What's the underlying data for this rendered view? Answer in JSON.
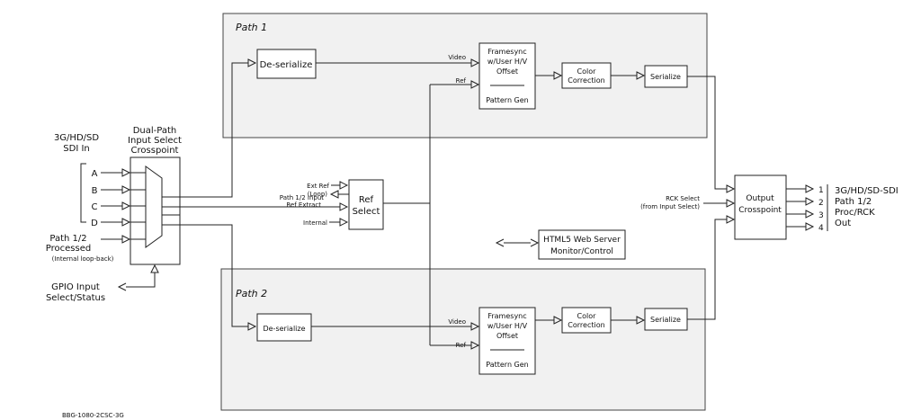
{
  "panels": {
    "path1_label": "Path 1",
    "path2_label": "Path 2"
  },
  "input_section": {
    "title_lines": [
      "3G/HD/SD",
      "SDI In"
    ],
    "inputs": [
      "A",
      "B",
      "C",
      "D"
    ],
    "processed_lines": [
      "Path 1/2",
      "Processed"
    ],
    "processed_note": "(Internal loop-back)",
    "gpio_lines": [
      "GPIO Input",
      "Select/Status"
    ]
  },
  "crosspoint_title_lines": [
    "Dual-Path",
    "Input Select",
    "Crosspoint"
  ],
  "ref_section": {
    "ext_ref": "Ext Ref",
    "loop": "(Loop)",
    "extract_lines": [
      "Path 1/2 Input",
      "Ref Extract"
    ],
    "internal": "Internal",
    "box_lines": [
      "Ref",
      "Select"
    ]
  },
  "path1": {
    "deserialize": "De-serialize",
    "framesync_lines": [
      "Framesync",
      "w/User H/V",
      "Offset"
    ],
    "pattern_gen": "Pattern Gen",
    "video_label": "Video",
    "ref_label": "Ref",
    "color_lines": [
      "Color",
      "Correction"
    ],
    "serialize": "Serialize"
  },
  "path2": {
    "deserialize": "De-serialize",
    "framesync_lines": [
      "Framesync",
      "w/User H/V",
      "Offset"
    ],
    "pattern_gen": "Pattern Gen",
    "video_label": "Video",
    "ref_label": "Ref",
    "color_lines": [
      "Color",
      "Correction"
    ],
    "serialize": "Serialize"
  },
  "html5_lines": [
    "HTML5 Web Server",
    "Monitor/Control"
  ],
  "output": {
    "rck_lines": [
      "RCK Select",
      "(from Input Select)"
    ],
    "box_lines": [
      "Output",
      "Crosspoint"
    ],
    "ports": [
      "1",
      "2",
      "3",
      "4"
    ],
    "out_lines": [
      "3G/HD/SD-SDI",
      "Path 1/2",
      "Proc/RCK",
      "Out"
    ]
  },
  "footer_code": "BBG-1080-2CSC-3G"
}
